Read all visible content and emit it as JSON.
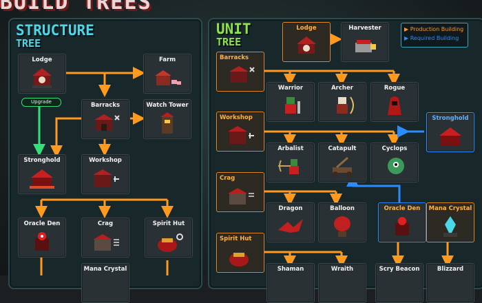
{
  "page_title": "BUILD TREES",
  "structure_tree": {
    "title_line1": "STRUCTURE",
    "title_line2": "TREE",
    "upgrade_label": "Upgrade",
    "nodes": {
      "lodge": "Lodge",
      "farm": "Farm",
      "barracks": "Barracks",
      "watch_tower": "Watch Tower",
      "stronghold": "Stronghold",
      "workshop": "Workshop",
      "oracle_den": "Oracle Den",
      "crag": "Crag",
      "spirit_hut": "Spirit Hut",
      "mana_crystal": "Mana Crystal"
    }
  },
  "unit_tree": {
    "title_line1": "UNIT",
    "title_line2": "TREE",
    "legend": {
      "production_label": "Production Building",
      "required_label": "Required Building",
      "production_color": "#ff9a1f",
      "required_color": "#2b8cff"
    },
    "nodes": {
      "lodge": "Lodge",
      "harvester": "Harvester",
      "barracks": "Barracks",
      "warrior": "Warrior",
      "archer": "Archer",
      "rogue": "Rogue",
      "stronghold": "Stronghold",
      "workshop": "Workshop",
      "arbalist": "Arbalist",
      "catapult": "Catapult",
      "cyclops": "Cyclops",
      "crag": "Crag",
      "dragon": "Dragon",
      "balloon": "Balloon",
      "oracle_den": "Oracle Den",
      "mana_crystal": "Mana Crystal",
      "spirit_hut": "Spirit Hut",
      "shaman": "Shaman",
      "wraith": "Wraith",
      "scry_beacon": "Scry Beacon",
      "blizzard": "Blizzard"
    }
  },
  "colors": {
    "orange_arrow": "#ff9a1f",
    "blue_arrow": "#2b8cff",
    "green_arrow": "#35e07a",
    "structure_title": "#4fd6e6",
    "unit_title": "#8ee34a"
  }
}
